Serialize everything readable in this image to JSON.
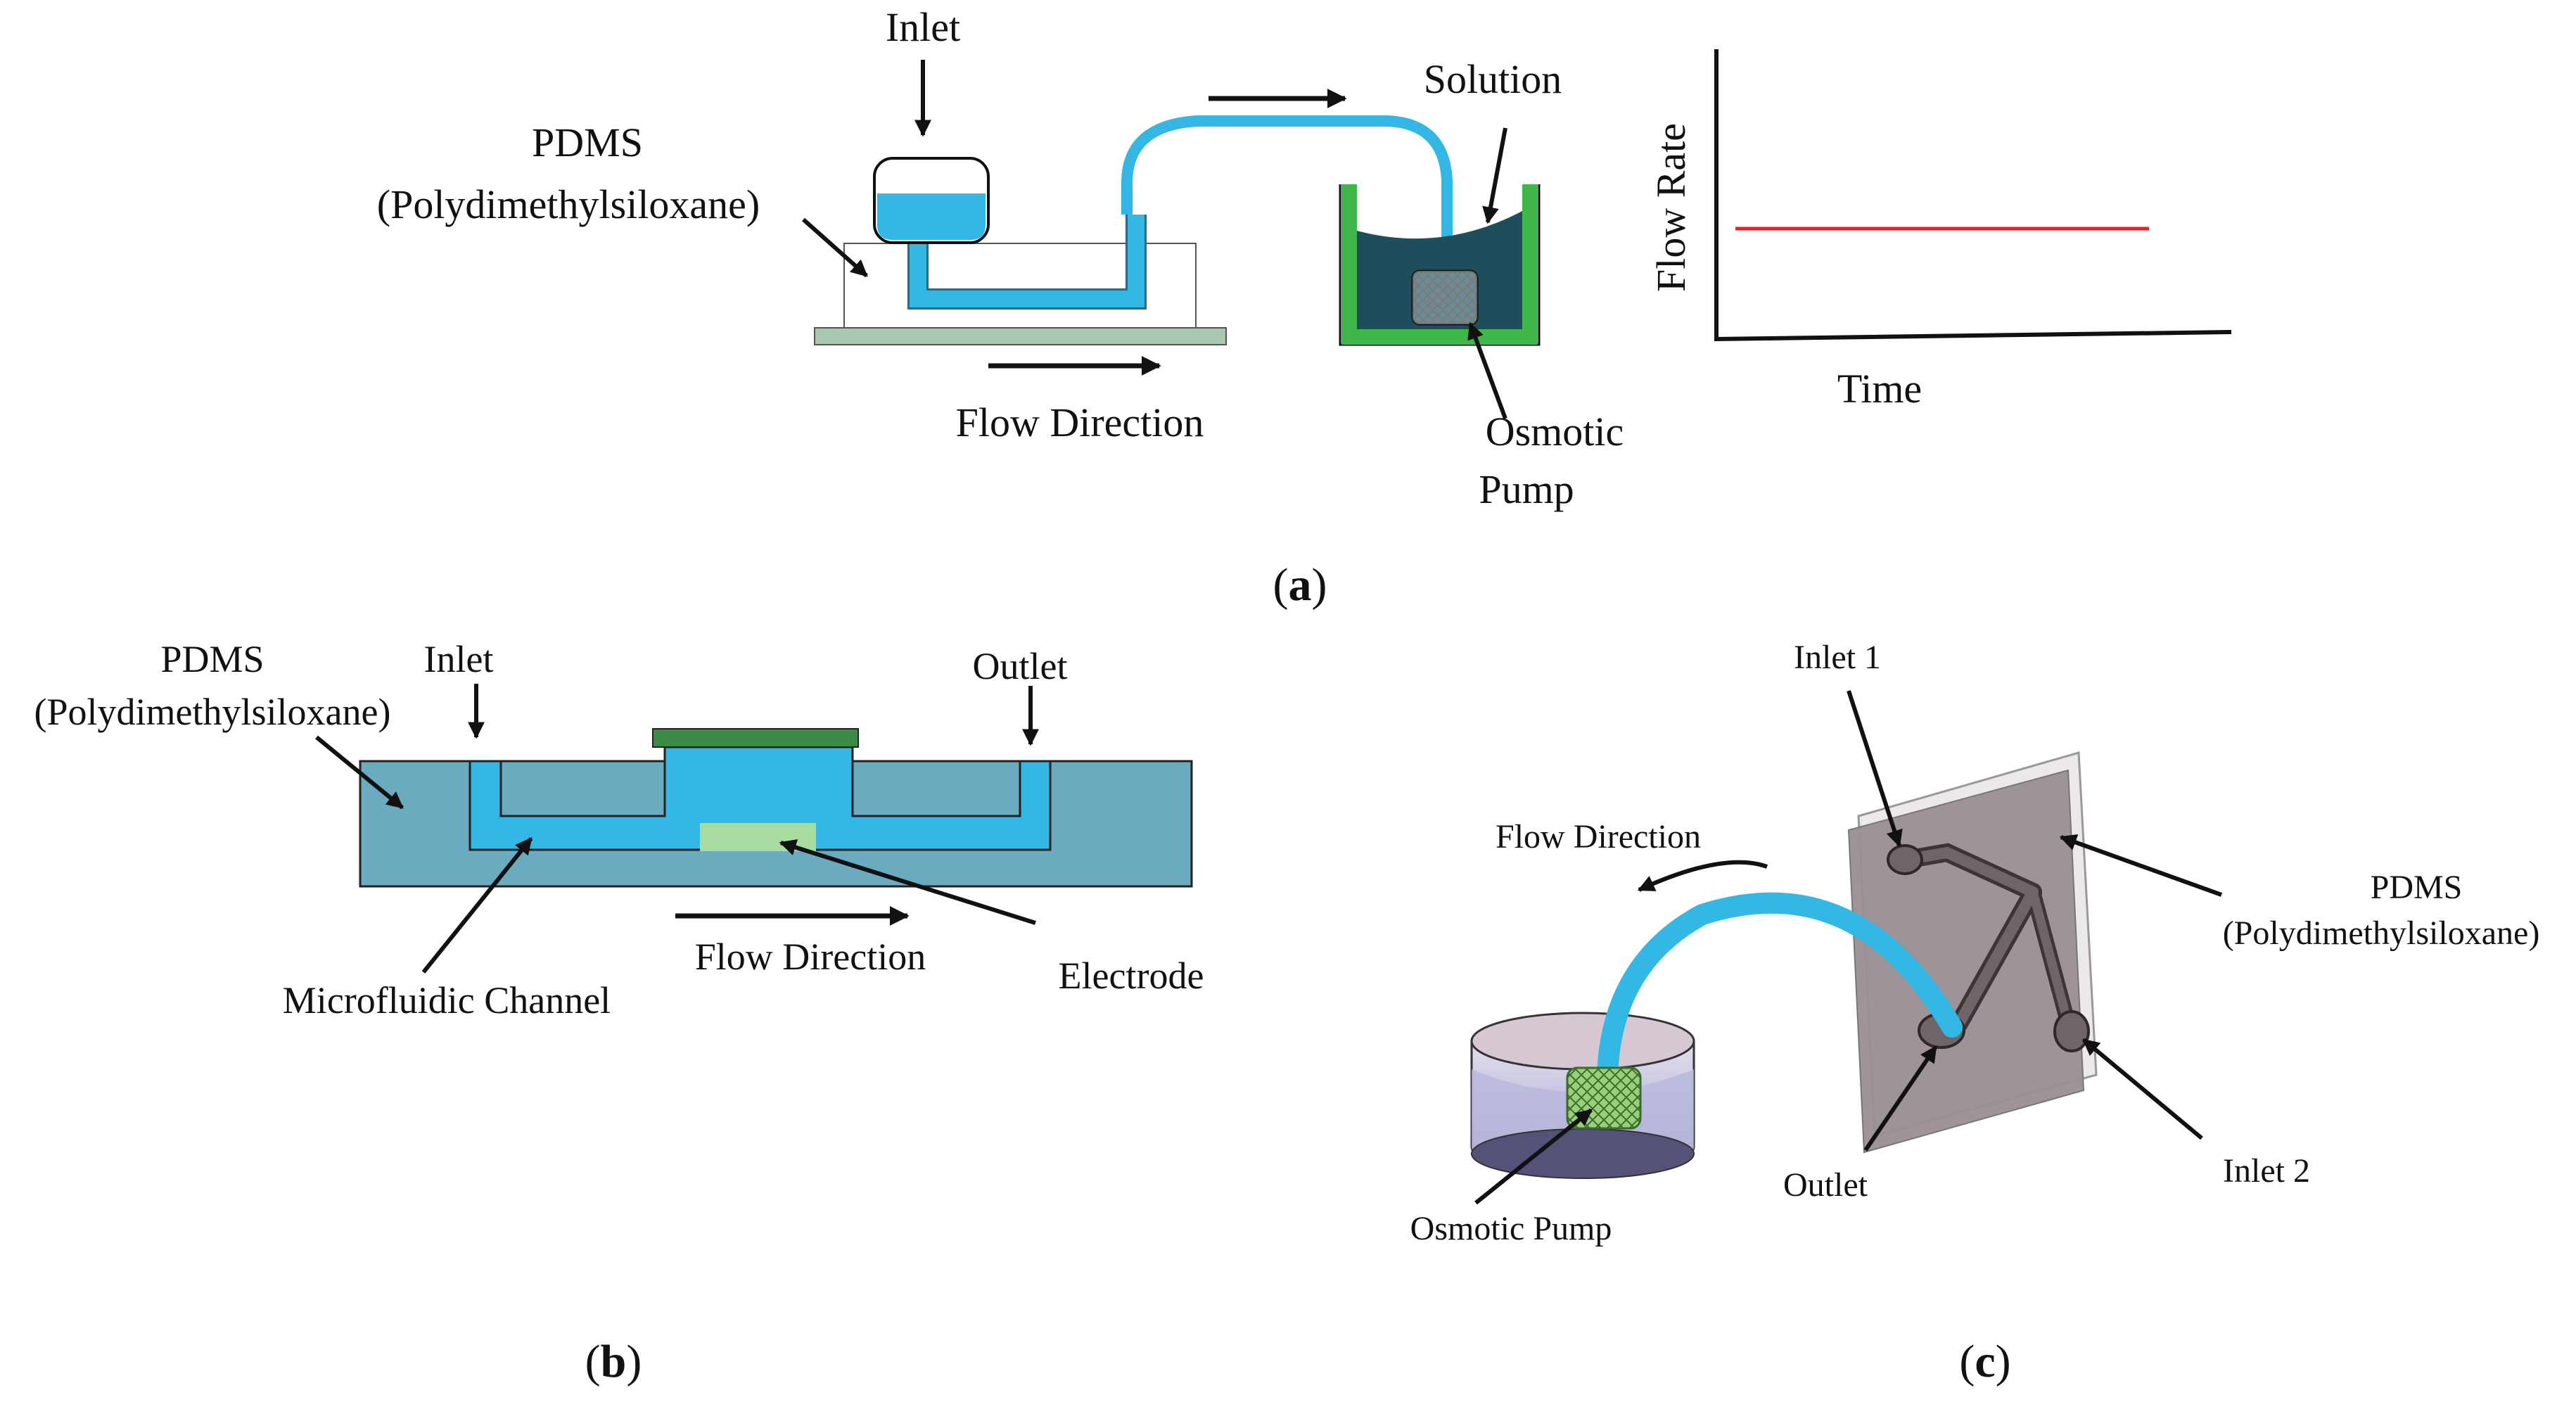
{
  "panel_a": {
    "caption_open": "(",
    "caption_letter": "a",
    "caption_close": ")",
    "inlet_label": "Inlet",
    "pdms_label": "PDMS",
    "pdms_full_label": "(Polydimethylsiloxane)",
    "flow_direction_label": "Flow Direction",
    "solution_label": "Solution",
    "osmotic_label": "Osmotic",
    "pump_label": "Pump",
    "graph": {
      "ylabel": "Flow Rate",
      "xlabel": "Time",
      "line_color": "#e8202a"
    }
  },
  "panel_b": {
    "caption_open": "(",
    "caption_letter": "b",
    "caption_close": ")",
    "pdms_label": "PDMS",
    "pdms_full_label": "(Polydimethylsiloxane)",
    "inlet_label": "Inlet",
    "outlet_label": "Outlet",
    "channel_label": "Microfluidic Channel",
    "flow_direction_label": "Flow Direction",
    "electrode_label": "Electrode"
  },
  "panel_c": {
    "caption_open": "(",
    "caption_letter": "c",
    "caption_close": ")",
    "inlet1_label": "Inlet 1",
    "inlet2_label": "Inlet 2",
    "outlet_label": "Outlet",
    "pdms_label": "PDMS",
    "pdms_full_label": "(Polydimethylsiloxane)",
    "flow_direction_label": "Flow Direction",
    "osmotic_pump_label": "Osmotic Pump"
  },
  "colors": {
    "fluid": "#33b8e6",
    "pdms_b": "#6aabc0",
    "pump_green": "#3fb64a",
    "solution_dark": "#1e4d5c",
    "electrode": "#a9dca0",
    "top_electrode": "#3c8a46",
    "substrate": "#a8c8b0",
    "pdms_c": "#9a8e92"
  }
}
